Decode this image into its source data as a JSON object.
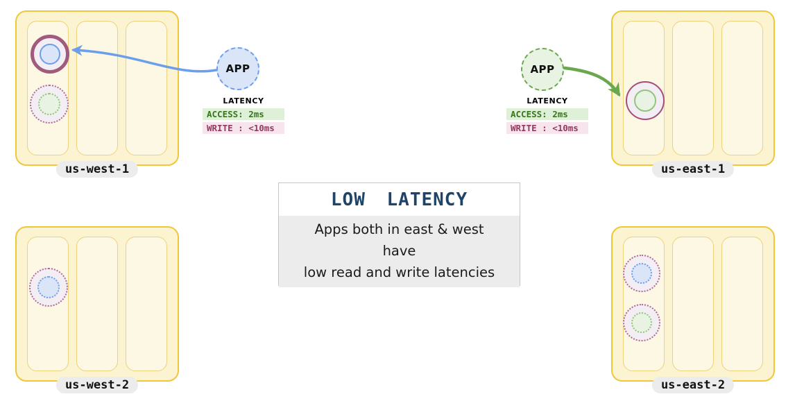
{
  "colors": {
    "region-fill": "#fcf3d0",
    "region-border": "#eec73d",
    "az-fill": "#fdf8e4",
    "az-border": "#ecd27c",
    "plum": "#a05a7c",
    "plum-thin": "#a64d79",
    "plum-dotted": "#b06a92",
    "lavender-fill": "#f3edf4",
    "blue": "#6d9eeb",
    "blue-fill": "#dbe5f8",
    "green": "#6aa84f",
    "green-soft": "#93c47d",
    "green-fill": "#e9f3e3",
    "access-bg": "#def0d8",
    "access-text": "#38761d",
    "write-bg": "#f7e4ed",
    "write-text": "#8e3b5f",
    "pill-bg": "#ececec",
    "box-border": "#aecbe8",
    "box-body-bg": "#ececec",
    "title-color": "#1f4468",
    "arrow-blue": "#6d9eeb",
    "arrow-green": "#6aa84f"
  },
  "regions": [
    {
      "label": "us-west-1"
    },
    {
      "label": "us-east-1"
    },
    {
      "label": "us-west-2"
    },
    {
      "label": "us-east-2"
    }
  ],
  "apps": {
    "west": {
      "label": "APP"
    },
    "east": {
      "label": "APP"
    }
  },
  "latency": {
    "west": {
      "title": "LATENCY",
      "access": "ACCESS: 2ms",
      "write": "WRITE : <10ms"
    },
    "east": {
      "title": "LATENCY",
      "access": "ACCESS: 2ms",
      "write": "WRITE : <10ms"
    }
  },
  "info_box": {
    "title": "LOW LATENCY",
    "line1": "Apps both in east & west",
    "line2": "have",
    "line3": "low read and write latencies"
  }
}
